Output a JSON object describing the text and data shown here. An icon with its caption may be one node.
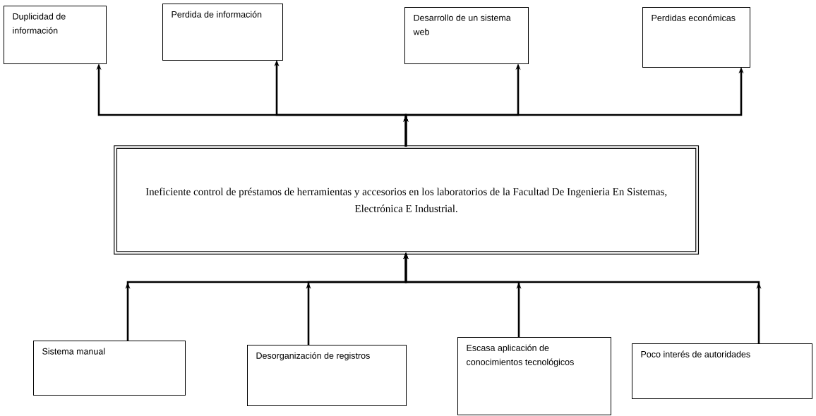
{
  "diagram": {
    "nodes": [
      {
        "text": [
          "Duplicidad de información"
        ]
      },
      {
        "text": [
          "Perdida de información"
        ]
      },
      {
        "text": [
          "Desarrollo de un sistema web"
        ]
      },
      {
        "text": [
          "Perdidas económicas"
        ]
      },
      {
        "text": [
          "Ineficiente control de préstamos de herramientas y accesorios en los laboratorios de la Facultad De Ingenieria En Sistemas, Electrónica E Industrial."
        ]
      },
      {
        "text": [
          "Sistema manual"
        ]
      },
      {
        "text": [
          "Desorganización de registros"
        ]
      },
      {
        "text": [
          "Escasa aplicación de conocimientos tecnológicos"
        ]
      },
      {
        "text": [
          "Poco interés de autoridades"
        ]
      }
    ],
    "edges": [
      {
        "from": 4,
        "to": 0,
        "arrow": "to"
      },
      {
        "from": 4,
        "to": 1,
        "arrow": "to"
      },
      {
        "from": 4,
        "to": 2,
        "arrow": "to"
      },
      {
        "from": 4,
        "to": 3,
        "arrow": "to"
      },
      {
        "from": 5,
        "to": 4,
        "arrow": "to"
      },
      {
        "from": 6,
        "to": 4,
        "arrow": "to"
      },
      {
        "from": 7,
        "to": 4,
        "arrow": "to"
      },
      {
        "from": 8,
        "to": 4,
        "arrow": "to"
      }
    ]
  }
}
